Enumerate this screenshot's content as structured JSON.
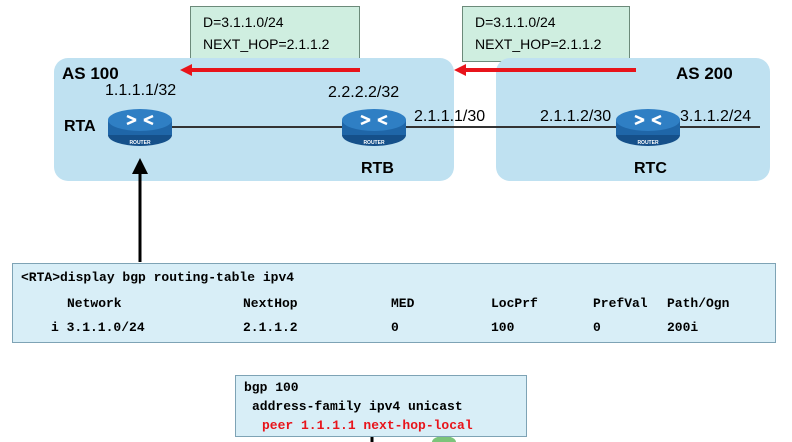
{
  "updates": {
    "left": {
      "dest": "D=3.1.1.0/24",
      "next_hop": "NEXT_HOP=2.1.1.2"
    },
    "right": {
      "dest": "D=3.1.1.0/24",
      "next_hop": "NEXT_HOP=2.1.1.2"
    }
  },
  "as100": {
    "label": "AS 100"
  },
  "as200": {
    "label": "AS 200"
  },
  "routers": {
    "rta": {
      "name": "RTA",
      "ip": "1.1.1.1/32",
      "badge": "ROUTER"
    },
    "rtb": {
      "name": "RTB",
      "ip": "2.2.2.2/32",
      "link_ip": "2.1.1.1/30",
      "badge": "ROUTER"
    },
    "rtc": {
      "name": "RTC",
      "link_ip": "2.1.1.2/30",
      "lan_ip": "3.1.1.2/24",
      "badge": "ROUTER"
    }
  },
  "console": {
    "command": "<RTA>display bgp routing-table ipv4",
    "headers": [
      "Network",
      "NextHop",
      "MED",
      "LocPrf",
      "PrefVal",
      "Path/Ogn"
    ],
    "row": [
      "i 3.1.1.0/24",
      "2.1.1.2",
      "0",
      "100",
      "0",
      "200i"
    ]
  },
  "config": {
    "line1": "bgp 100",
    "line2": "address-family ipv4 unicast",
    "line3": "peer 1.1.1.1 next-hop-local"
  },
  "colors": {
    "as_fill": "#bfe1f1",
    "update_fill": "#cfeee0",
    "arrow_red": "#e8141b",
    "config_highlight": "#e8141b",
    "router_blue": "#1f66a8"
  }
}
